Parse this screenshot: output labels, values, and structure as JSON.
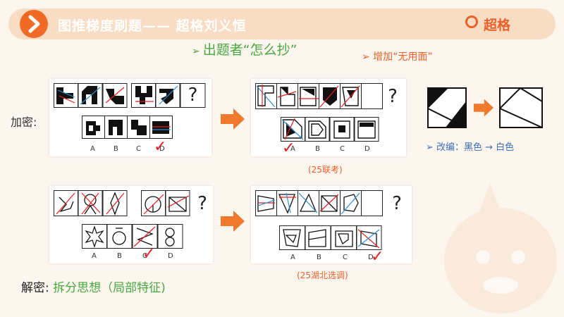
{
  "header": {
    "title": "图推梯度刷题—— 超格刘义恒",
    "brand": "超格"
  },
  "heading": {
    "arrow": "➢",
    "text": "出题者“怎么抄”"
  },
  "note_add": "➢  增加“无用面”",
  "labels": {
    "encrypt": "加密:",
    "decrypt_prefix": "解密:",
    "decrypt_text": "拆分思想（局部特征)"
  },
  "options": [
    "A",
    "B",
    "C",
    "D"
  ],
  "question_mark": "?",
  "check": "✓",
  "sources": {
    "top": "(25联考)",
    "bottom": "(25湖北选调)"
  },
  "note_change": "➢  改编：黑色 → 白色",
  "colors": {
    "accent": "#e8612a",
    "green": "#47a83f",
    "red_line": "#e51d1d",
    "blue_line": "#2c8fd6"
  }
}
